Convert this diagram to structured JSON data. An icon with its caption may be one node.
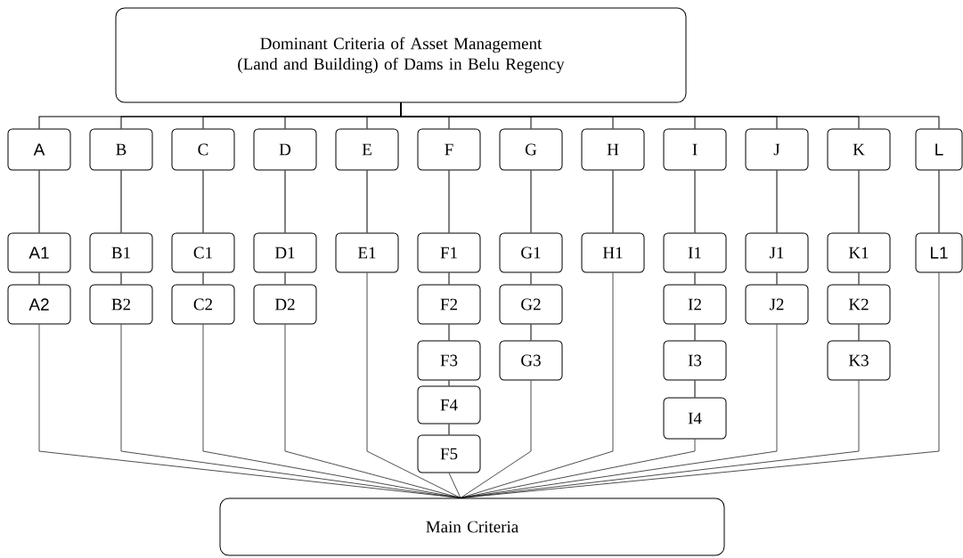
{
  "diagram": {
    "nodes": [
      {
        "text": [
          "Dominant Criteria of Asset Management (Land and Building) of Dams in Belu Regency"
        ]
      },
      {
        "text": [
          "A"
        ]
      },
      {
        "text": [
          "B"
        ]
      },
      {
        "text": [
          "C"
        ]
      },
      {
        "text": [
          "D"
        ]
      },
      {
        "text": [
          "E"
        ]
      },
      {
        "text": [
          "F"
        ]
      },
      {
        "text": [
          "G"
        ]
      },
      {
        "text": [
          "H"
        ]
      },
      {
        "text": [
          "I"
        ]
      },
      {
        "text": [
          "J"
        ]
      },
      {
        "text": [
          "K"
        ]
      },
      {
        "text": [
          "L"
        ]
      },
      {
        "text": [
          "A1"
        ]
      },
      {
        "text": [
          "B1"
        ]
      },
      {
        "text": [
          "C1"
        ]
      },
      {
        "text": [
          "D1"
        ]
      },
      {
        "text": [
          "E1"
        ]
      },
      {
        "text": [
          "F1"
        ]
      },
      {
        "text": [
          "G1"
        ]
      },
      {
        "text": [
          "H1"
        ]
      },
      {
        "text": [
          "I1"
        ]
      },
      {
        "text": [
          "J1"
        ]
      },
      {
        "text": [
          "K1"
        ]
      },
      {
        "text": [
          "L1"
        ]
      },
      {
        "text": [
          "A2"
        ]
      },
      {
        "text": [
          "B2"
        ]
      },
      {
        "text": [
          "C2"
        ]
      },
      {
        "text": [
          "D2"
        ]
      },
      {
        "text": [
          "F2"
        ]
      },
      {
        "text": [
          "G2"
        ]
      },
      {
        "text": [
          "I2"
        ]
      },
      {
        "text": [
          "J2"
        ]
      },
      {
        "text": [
          "K2"
        ]
      },
      {
        "text": [
          "F3"
        ]
      },
      {
        "text": [
          "G3"
        ]
      },
      {
        "text": [
          "I3"
        ]
      },
      {
        "text": [
          "K3"
        ]
      },
      {
        "text": [
          "F4"
        ]
      },
      {
        "text": [
          "I4"
        ]
      },
      {
        "text": [
          "F5"
        ]
      },
      {
        "text": [
          "Main Criteria"
        ]
      }
    ],
    "edges": [
      {
        "from": 0,
        "to": 1,
        "arrow": "none"
      },
      {
        "from": 0,
        "to": 2,
        "arrow": "none"
      },
      {
        "from": 0,
        "to": 3,
        "arrow": "none"
      },
      {
        "from": 0,
        "to": 4,
        "arrow": "none"
      },
      {
        "from": 0,
        "to": 5,
        "arrow": "none"
      },
      {
        "from": 0,
        "to": 6,
        "arrow": "none"
      },
      {
        "from": 0,
        "to": 7,
        "arrow": "none"
      },
      {
        "from": 0,
        "to": 8,
        "arrow": "none"
      },
      {
        "from": 0,
        "to": 9,
        "arrow": "none"
      },
      {
        "from": 0,
        "to": 10,
        "arrow": "none"
      },
      {
        "from": 0,
        "to": 11,
        "arrow": "none"
      },
      {
        "from": 0,
        "to": 12,
        "arrow": "none"
      },
      {
        "from": 1,
        "to": 13,
        "arrow": "none"
      },
      {
        "from": 2,
        "to": 14,
        "arrow": "none"
      },
      {
        "from": 3,
        "to": 15,
        "arrow": "none"
      },
      {
        "from": 4,
        "to": 16,
        "arrow": "none"
      },
      {
        "from": 5,
        "to": 17,
        "arrow": "none"
      },
      {
        "from": 6,
        "to": 18,
        "arrow": "none"
      },
      {
        "from": 7,
        "to": 19,
        "arrow": "none"
      },
      {
        "from": 8,
        "to": 20,
        "arrow": "none"
      },
      {
        "from": 9,
        "to": 21,
        "arrow": "none"
      },
      {
        "from": 10,
        "to": 22,
        "arrow": "none"
      },
      {
        "from": 11,
        "to": 23,
        "arrow": "none"
      },
      {
        "from": 12,
        "to": 24,
        "arrow": "none"
      },
      {
        "from": 13,
        "to": 25,
        "arrow": "none"
      },
      {
        "from": 14,
        "to": 26,
        "arrow": "none"
      },
      {
        "from": 15,
        "to": 27,
        "arrow": "none"
      },
      {
        "from": 16,
        "to": 28,
        "arrow": "none"
      },
      {
        "from": 18,
        "to": 29,
        "arrow": "none"
      },
      {
        "from": 19,
        "to": 30,
        "arrow": "none"
      },
      {
        "from": 21,
        "to": 31,
        "arrow": "none"
      },
      {
        "from": 22,
        "to": 32,
        "arrow": "none"
      },
      {
        "from": 23,
        "to": 33,
        "arrow": "none"
      },
      {
        "from": 29,
        "to": 34,
        "arrow": "none"
      },
      {
        "from": 30,
        "to": 35,
        "arrow": "none"
      },
      {
        "from": 31,
        "to": 36,
        "arrow": "none"
      },
      {
        "from": 33,
        "to": 37,
        "arrow": "none"
      },
      {
        "from": 34,
        "to": 38,
        "arrow": "none"
      },
      {
        "from": 36,
        "to": 39,
        "arrow": "none"
      },
      {
        "from": 38,
        "to": 40,
        "arrow": "none"
      },
      {
        "from": 25,
        "to": 41,
        "arrow": "none"
      },
      {
        "from": 26,
        "to": 41,
        "arrow": "none"
      },
      {
        "from": 27,
        "to": 41,
        "arrow": "none"
      },
      {
        "from": 28,
        "to": 41,
        "arrow": "none"
      },
      {
        "from": 17,
        "to": 41,
        "arrow": "none"
      },
      {
        "from": 40,
        "to": 41,
        "arrow": "none"
      },
      {
        "from": 35,
        "to": 41,
        "arrow": "none"
      },
      {
        "from": 20,
        "to": 41,
        "arrow": "none"
      },
      {
        "from": 39,
        "to": 41,
        "arrow": "none"
      },
      {
        "from": 32,
        "to": 41,
        "arrow": "none"
      },
      {
        "from": 37,
        "to": 41,
        "arrow": "none"
      },
      {
        "from": 24,
        "to": 41,
        "arrow": "none"
      }
    ]
  }
}
